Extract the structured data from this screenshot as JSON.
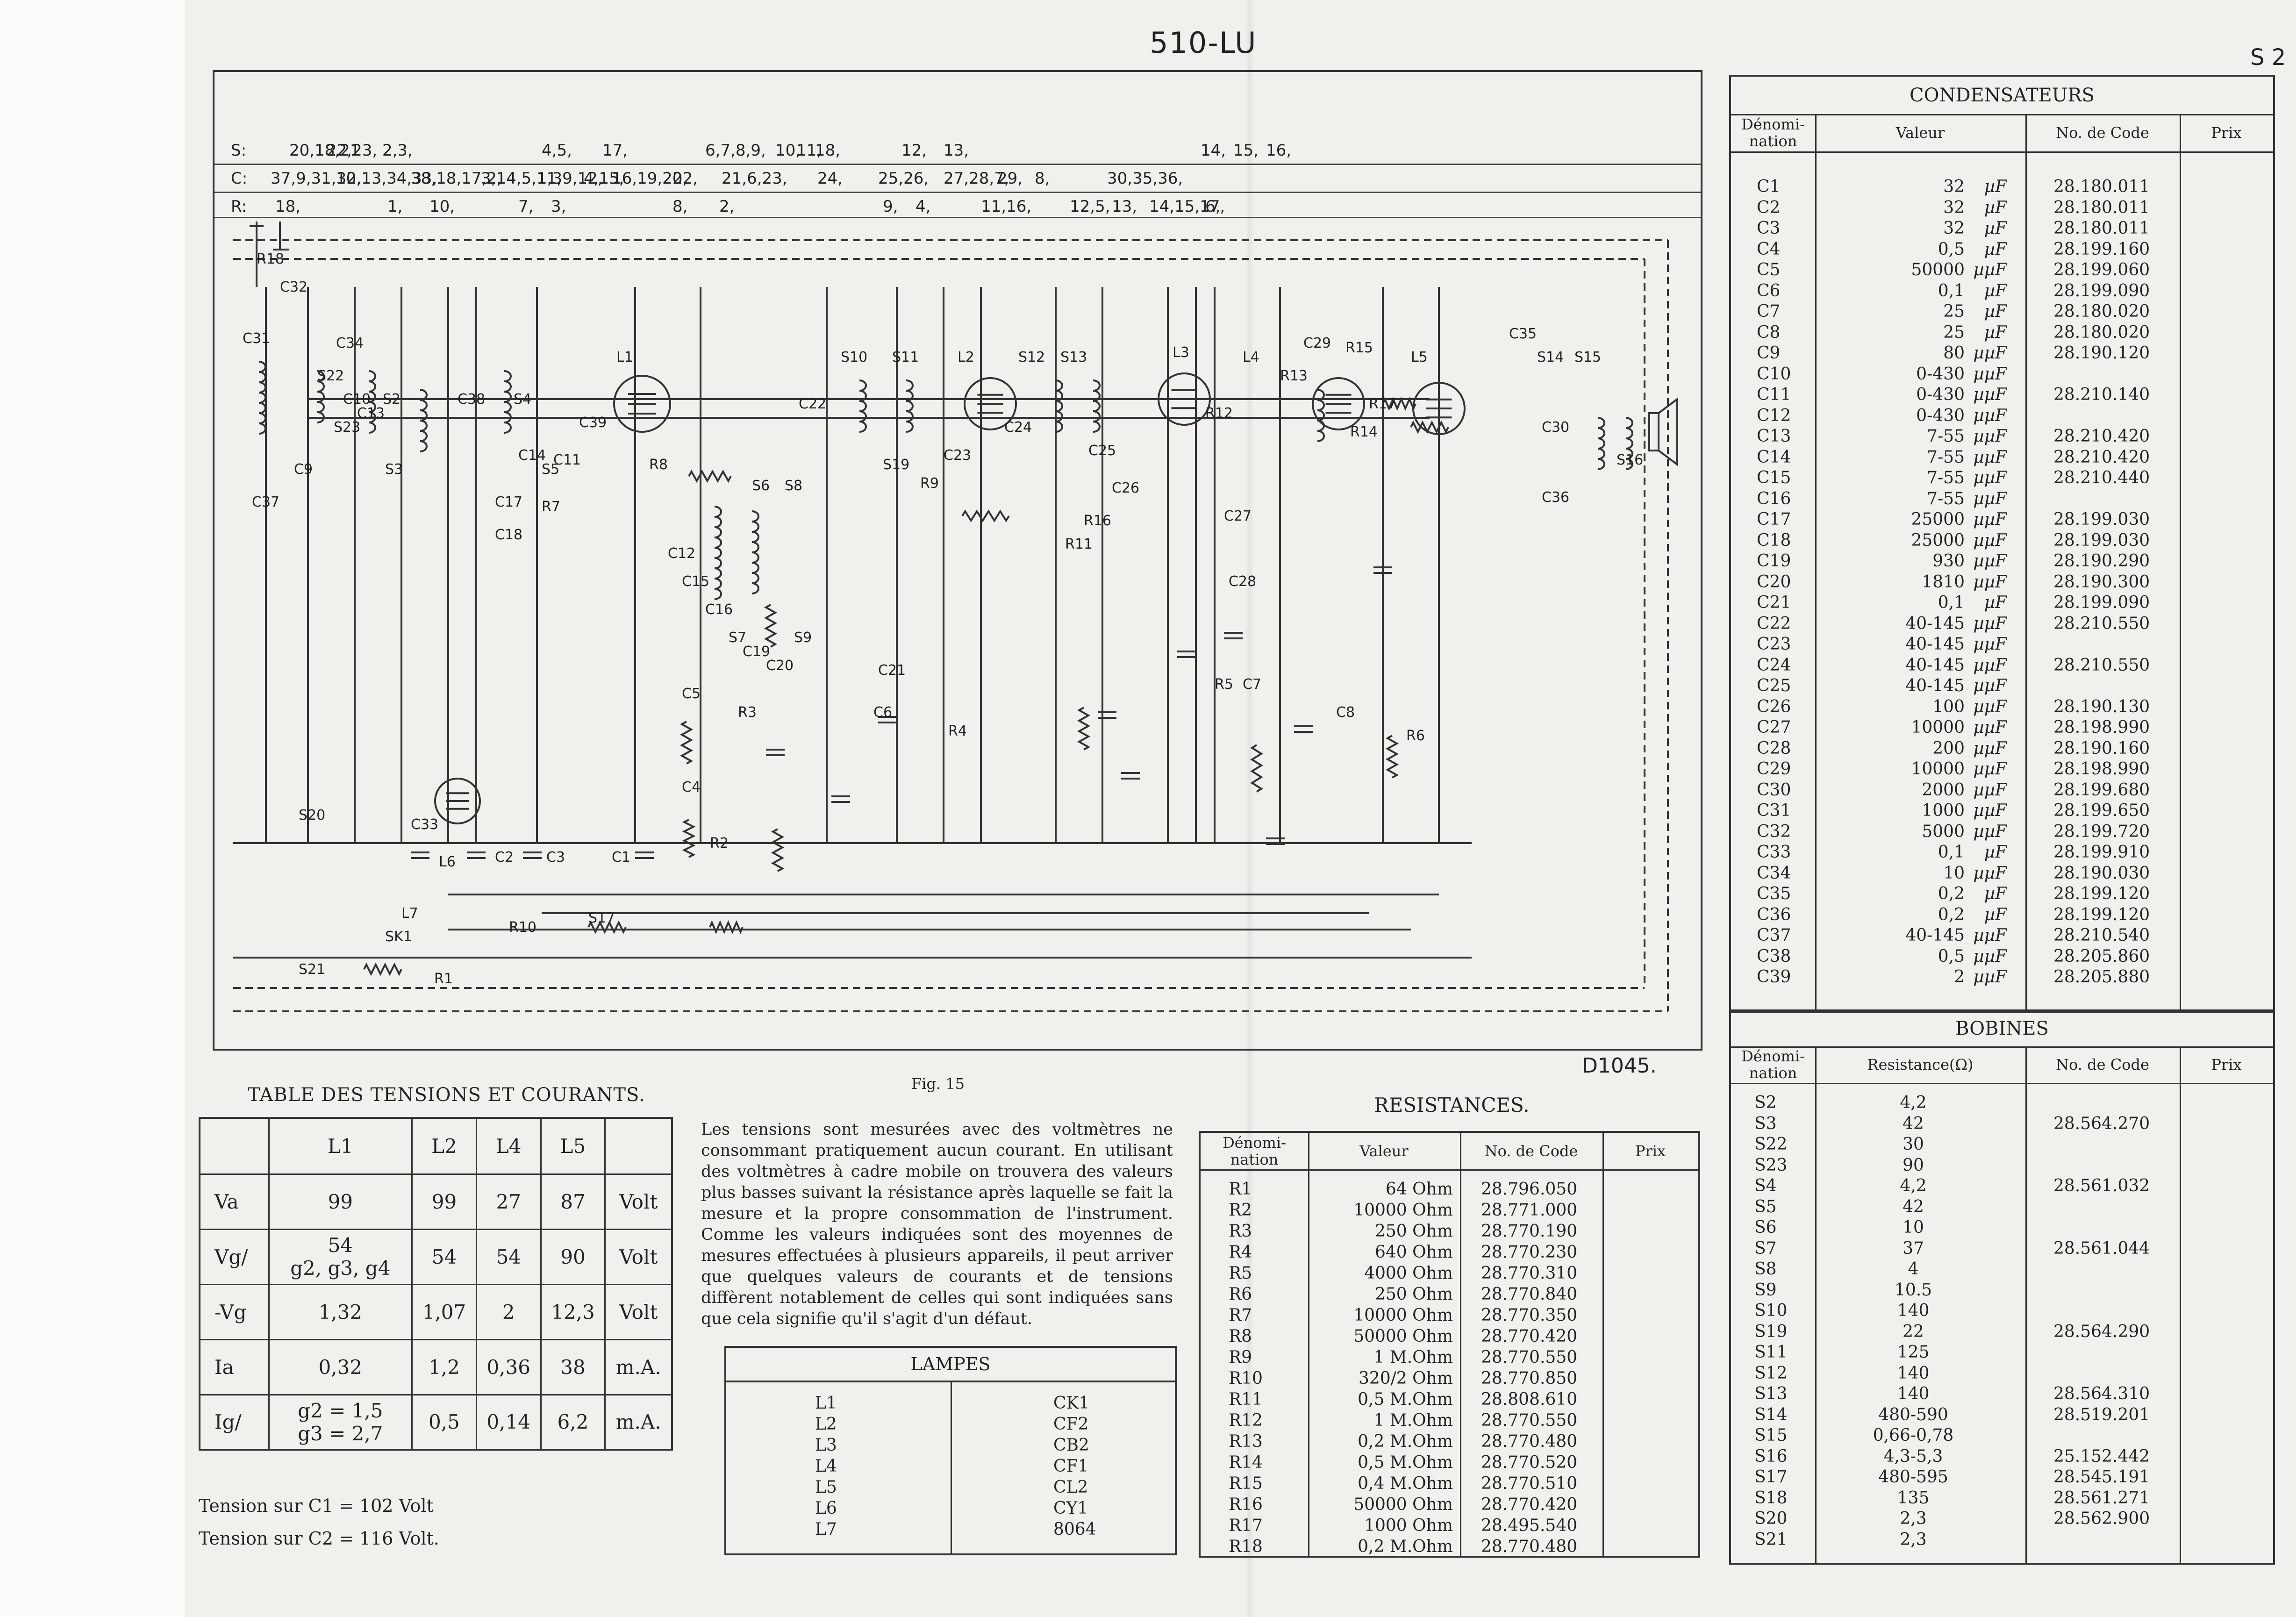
{
  "header": {
    "title": "510-LU",
    "page": "S 2"
  },
  "figure": {
    "row_s": {
      "prefix": "S:",
      "items": [
        "20,18,21",
        "22,23, 2,3,",
        "4,5,",
        "17,",
        "6,7,8,9,",
        "10,",
        "11,",
        "18,",
        "12,",
        "13,",
        "14,",
        "15,",
        "16,"
      ]
    },
    "row_c": {
      "prefix": "C:",
      "items": [
        "37,9,31,32,",
        "10,13,34,33,",
        "38,18,17,2,",
        "3,14,5,11,",
        "1,39,12,",
        "4,15,",
        "16,19,20,",
        "22,",
        "21,6,23,",
        "24,",
        "25,26,",
        "27,28,7,",
        "29,",
        "8,",
        "30,35,36,"
      ]
    },
    "row_r": {
      "prefix": "R:",
      "items": [
        "18,",
        "1,",
        "10,",
        "7,",
        "3,",
        "8,",
        "2,",
        "9,",
        "4,",
        "11,16,",
        "12,5,",
        "13,",
        "14,15,17,",
        "6,"
      ]
    },
    "caption": "Fig. 15",
    "drawing_no": "D1045.",
    "labels": [
      "R18",
      "C32",
      "C31",
      "C34",
      "S22",
      "C10",
      "S2",
      "C13",
      "S23",
      "S3",
      "C9",
      "C37",
      "C38",
      "S4",
      "S5",
      "C14",
      "C11",
      "L1",
      "C39",
      "C17",
      "C18",
      "R7",
      "R8",
      "S6",
      "S8",
      "C12",
      "C15",
      "C16",
      "S7",
      "C19",
      "C20",
      "S9",
      "S10",
      "S11",
      "L2",
      "C22",
      "C23",
      "S19",
      "R9",
      "S12",
      "S13",
      "L3",
      "C24",
      "C25",
      "C26",
      "R16",
      "R11",
      "R12",
      "C27",
      "C28",
      "L4",
      "C29",
      "R13",
      "R15",
      "R17",
      "R14",
      "L5",
      "C35",
      "S14",
      "S15",
      "S16",
      "C30",
      "C36",
      "C21",
      "C6",
      "R4",
      "R3",
      "C5",
      "R5",
      "C7",
      "C8",
      "R6",
      "S20",
      "C33",
      "L6",
      "C2",
      "C3",
      "C1",
      "C4",
      "R2",
      "L7",
      "SK1",
      "R1",
      "R10",
      "S17",
      "S21"
    ]
  },
  "table_tensions": {
    "title": "TABLE DES TENSIONS ET COURANTS.",
    "headers": [
      "",
      "L1",
      "L2",
      "L4",
      "L5",
      ""
    ],
    "rows": [
      [
        "Va",
        "99",
        "99",
        "27",
        "87",
        "Volt"
      ],
      [
        "Vg/",
        "54\ng2, g3, g4",
        "54",
        "54",
        "90",
        "Volt"
      ],
      [
        "-Vg",
        "1,32",
        "1,07",
        "2",
        "12,3",
        "Volt"
      ],
      [
        "Ia",
        "0,32",
        "1,2",
        "0,36",
        "38",
        "m.A."
      ],
      [
        "Ig/",
        "g2 = 1,5\ng3 = 2,7",
        "0,5",
        "0,14",
        "6,2",
        "m.A."
      ]
    ],
    "note1": "Tension sur C1 = 102 Volt",
    "note2": "Tension sur C2 = 116 Volt."
  },
  "paragraph": "Les tensions sont mesurées avec des voltmètres ne consommant pratiquement aucun courant. En utilisant des voltmètres à cadre mobile on trouvera des valeurs plus basses suivant la résistance après laquelle se fait la mesure et la propre consommation de l'instrument. Comme les valeurs indiquées sont des moyennes de mesures effectuées à plusieurs appareils, il peut arriver que quelques valeurs de courants et de tensions diffèrent notablement de celles qui sont indiquées sans que cela signifie qu'il s'agit d'un défaut.",
  "lampes": {
    "title": "LAMPES",
    "rows": [
      [
        "L1",
        "CK1"
      ],
      [
        "L2",
        "CF2"
      ],
      [
        "L3",
        "CB2"
      ],
      [
        "L4",
        "CF1"
      ],
      [
        "L5",
        "CL2"
      ],
      [
        "L6",
        "CY1"
      ],
      [
        "L7",
        "8064"
      ]
    ]
  },
  "resistances": {
    "title": "RESISTANCES.",
    "headers": [
      "Dénomi-\nnation",
      "Valeur",
      "No. de Code",
      "Prix"
    ],
    "rows": [
      [
        "R1",
        "64 Ohm",
        "28.796.050"
      ],
      [
        "R2",
        "10000 Ohm",
        "28.771.000"
      ],
      [
        "R3",
        "250 Ohm",
        "28.770.190"
      ],
      [
        "R4",
        "640 Ohm",
        "28.770.230"
      ],
      [
        "R5",
        "4000 Ohm",
        "28.770.310"
      ],
      [
        "R6",
        "250 Ohm",
        "28.770.840"
      ],
      [
        "R7",
        "10000 Ohm",
        "28.770.350"
      ],
      [
        "R8",
        "50000 Ohm",
        "28.770.420"
      ],
      [
        "R9",
        "1 M.Ohm",
        "28.770.550"
      ],
      [
        "R10",
        "320/2 Ohm",
        "28.770.850"
      ],
      [
        "R11",
        "0,5 M.Ohm",
        "28.808.610"
      ],
      [
        "R12",
        "1 M.Ohm",
        "28.770.550"
      ],
      [
        "R13",
        "0,2 M.Ohm",
        "28.770.480"
      ],
      [
        "R14",
        "0,5 M.Ohm",
        "28.770.520"
      ],
      [
        "R15",
        "0,4 M.Ohm",
        "28.770.510"
      ],
      [
        "R16",
        "50000 Ohm",
        "28.770.420"
      ],
      [
        "R17",
        "1000 Ohm",
        "28.495.540"
      ],
      [
        "R18",
        "0,2 M.Ohm",
        "28.770.480"
      ]
    ]
  },
  "condensateurs": {
    "title": "CONDENSATEURS",
    "headers": [
      "Dénomi-\nnation",
      "Valeur",
      "No. de Code",
      "Prix"
    ],
    "rows": [
      [
        "C1",
        "32",
        "µF",
        "28.180.011"
      ],
      [
        "C2",
        "32",
        "µF",
        "28.180.011"
      ],
      [
        "C3",
        "32",
        "µF",
        "28.180.011"
      ],
      [
        "C4",
        "0,5",
        "µF",
        "28.199.160"
      ],
      [
        "C5",
        "50000",
        "µµF",
        "28.199.060"
      ],
      [
        "C6",
        "0,1",
        "µF",
        "28.199.090"
      ],
      [
        "C7",
        "25",
        "µF",
        "28.180.020"
      ],
      [
        "C8",
        "25",
        "µF",
        "28.180.020"
      ],
      [
        "C9",
        "80",
        "µµF",
        "28.190.120"
      ],
      [
        "C10",
        "0-430",
        "µµF",
        ""
      ],
      [
        "C11",
        "0-430",
        "µµF",
        "28.210.140"
      ],
      [
        "C12",
        "0-430",
        "µµF",
        ""
      ],
      [
        "C13",
        "7-55",
        "µµF",
        "28.210.420"
      ],
      [
        "C14",
        "7-55",
        "µµF",
        "28.210.420"
      ],
      [
        "C15",
        "7-55",
        "µµF",
        "28.210.440"
      ],
      [
        "C16",
        "7-55",
        "µµF",
        ""
      ],
      [
        "C17",
        "25000",
        "µµF",
        "28.199.030"
      ],
      [
        "C18",
        "25000",
        "µµF",
        "28.199.030"
      ],
      [
        "C19",
        "930",
        "µµF",
        "28.190.290"
      ],
      [
        "C20",
        "1810",
        "µµF",
        "28.190.300"
      ],
      [
        "C21",
        "0,1",
        "µF",
        "28.199.090"
      ],
      [
        "C22",
        "40-145",
        "µµF",
        "28.210.550"
      ],
      [
        "C23",
        "40-145",
        "µµF",
        ""
      ],
      [
        "C24",
        "40-145",
        "µµF",
        "28.210.550"
      ],
      [
        "C25",
        "40-145",
        "µµF",
        ""
      ],
      [
        "C26",
        "100",
        "µµF",
        "28.190.130"
      ],
      [
        "C27",
        "10000",
        "µµF",
        "28.198.990"
      ],
      [
        "C28",
        "200",
        "µµF",
        "28.190.160"
      ],
      [
        "C29",
        "10000",
        "µµF",
        "28.198.990"
      ],
      [
        "C30",
        "2000",
        "µµF",
        "28.199.680"
      ],
      [
        "C31",
        "1000",
        "µµF",
        "28.199.650"
      ],
      [
        "C32",
        "5000",
        "µµF",
        "28.199.720"
      ],
      [
        "C33",
        "0,1",
        "µF",
        "28.199.910"
      ],
      [
        "C34",
        "10",
        "µµF",
        "28.190.030"
      ],
      [
        "C35",
        "0,2",
        "µF",
        "28.199.120"
      ],
      [
        "C36",
        "0,2",
        "µF",
        "28.199.120"
      ],
      [
        "C37",
        "40-145",
        "µµF",
        "28.210.540"
      ],
      [
        "C38",
        "0,5",
        "µµF",
        "28.205.860"
      ],
      [
        "C39",
        "2",
        "µµF",
        "28.205.880"
      ]
    ]
  },
  "bobines": {
    "title": "BOBINES",
    "headers": [
      "Dénomi-\nnation",
      "Resistance(Ω)",
      "No. de Code",
      "Prix"
    ],
    "rows": [
      [
        "S2",
        "4,2",
        ""
      ],
      [
        "S3",
        "42",
        "28.564.270"
      ],
      [
        "S22",
        "30",
        ""
      ],
      [
        "S23",
        "90",
        ""
      ],
      [
        "S4",
        "4,2",
        "28.561.032"
      ],
      [
        "S5",
        "42",
        ""
      ],
      [
        "S6",
        "10",
        ""
      ],
      [
        "S7",
        "37",
        "28.561.044"
      ],
      [
        "S8",
        "4",
        ""
      ],
      [
        "S9",
        "10.5",
        ""
      ],
      [
        "S10",
        "140",
        ""
      ],
      [
        "S19",
        "22",
        "28.564.290"
      ],
      [
        "S11",
        "125",
        ""
      ],
      [
        "S12",
        "140",
        ""
      ],
      [
        "S13",
        "140",
        "28.564.310"
      ],
      [
        "S14",
        "480-590",
        "28.519.201"
      ],
      [
        "S15",
        "0,66-0,78",
        ""
      ],
      [
        "S16",
        "4,3-5,3",
        "25.152.442"
      ],
      [
        "S17",
        "480-595",
        "28.545.191"
      ],
      [
        "S18",
        "135",
        "28.561.271"
      ],
      [
        "S20",
        "2,3",
        "28.562.900"
      ],
      [
        "S21",
        "2,3",
        ""
      ]
    ]
  }
}
